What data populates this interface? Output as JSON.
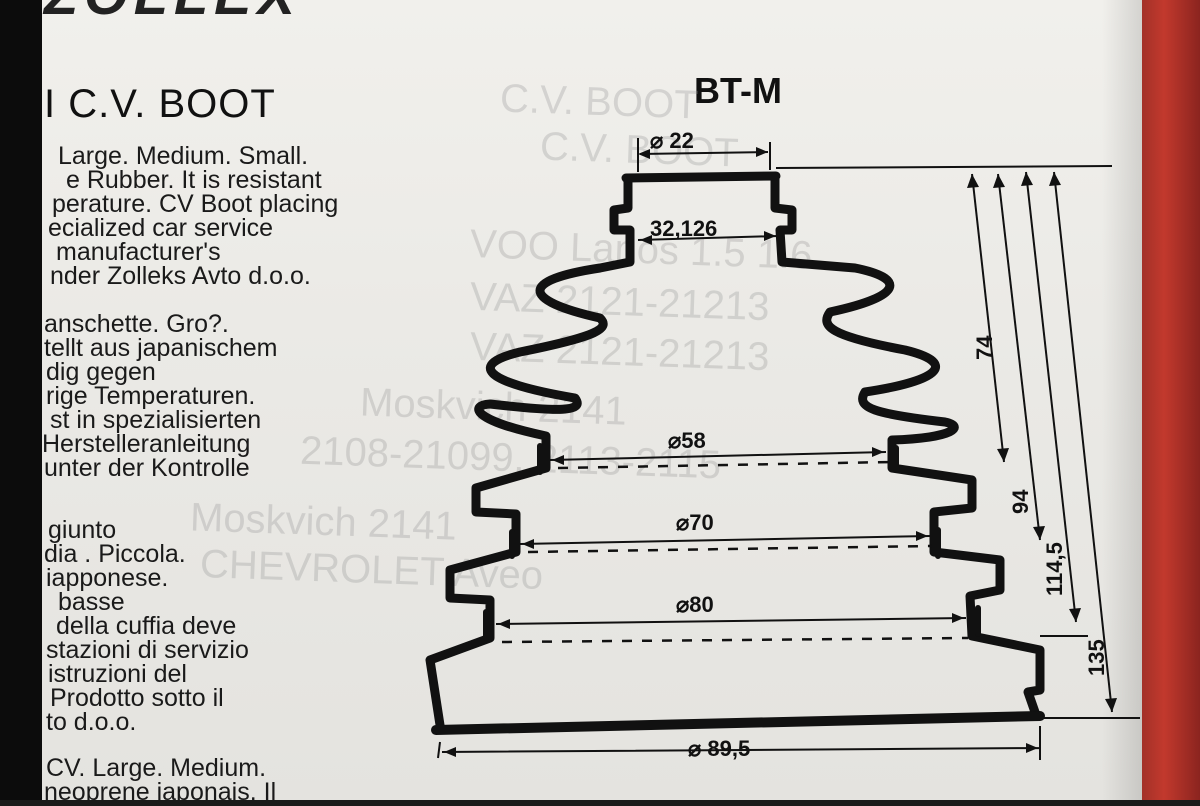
{
  "brand": {
    "logo_text": "ZOLLEX"
  },
  "product": {
    "title": "I C.V. BOOT",
    "code": "BT-M"
  },
  "text_en": [
    "Large. Medium. Small.",
    "e Rubber. It is resistant",
    "perature. CV Boot placing",
    "ecialized car service",
    "manufacturer's",
    "nder Zolleks Avto d.o.o."
  ],
  "text_de": [
    "anschette. Gro?.",
    "tellt aus japanischem",
    "dig gegen",
    "rige Temperaturen.",
    "st in spezialisierten",
    "Herstelleranleitung",
    "unter der Kontrolle"
  ],
  "text_it": [
    "giunto",
    "dia . Piccola.",
    "iapponese.",
    "basse",
    "della cuffia deve",
    "stazioni di servizio",
    "istruzioni del",
    "Prodotto sotto il",
    "to d.o.o."
  ],
  "text_fr": [
    "CV. Large. Medium.",
    "neoprene japonais. Il"
  ],
  "ghost_text": [
    "C.V. BOOT",
    "C.V. BOOT",
    "VOO Lanos 1.5 1.6",
    "VAZ 2121-21213",
    "VAZ 2121-21213",
    "Moskvich 2141",
    "2108-21099, 2113-2115",
    "Moskvich 2141",
    "CHEVROLET Aveo"
  ],
  "dimensions": {
    "d_top": "⌀ 22",
    "d_inner": "32,126",
    "d_58": "⌀58",
    "d_70": "⌀70",
    "d_80": "⌀80",
    "d_base": "⌀ 89,5",
    "h_74": "74",
    "h_94": "94",
    "h_1145": "114,5",
    "h_135": "135"
  }
}
